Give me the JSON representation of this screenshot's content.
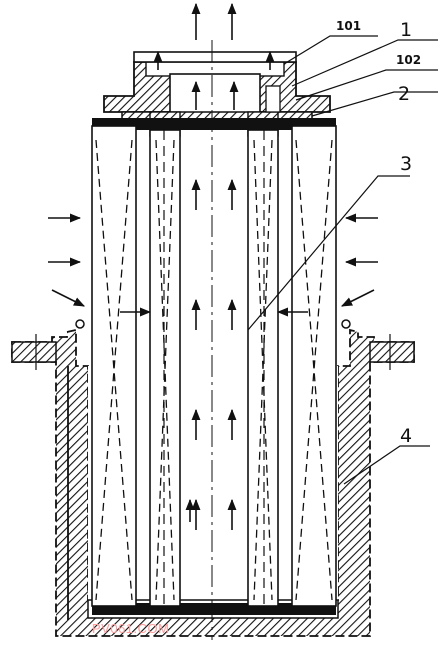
{
  "labels": {
    "l101": "101",
    "l1": "1",
    "l102": "102",
    "l2": "2",
    "l3": "3",
    "l4": "4"
  },
  "watermark": "PV061.COM",
  "colors": {
    "ink": "#111111",
    "watermark": "#ff9d9d",
    "background": "#ffffff"
  }
}
